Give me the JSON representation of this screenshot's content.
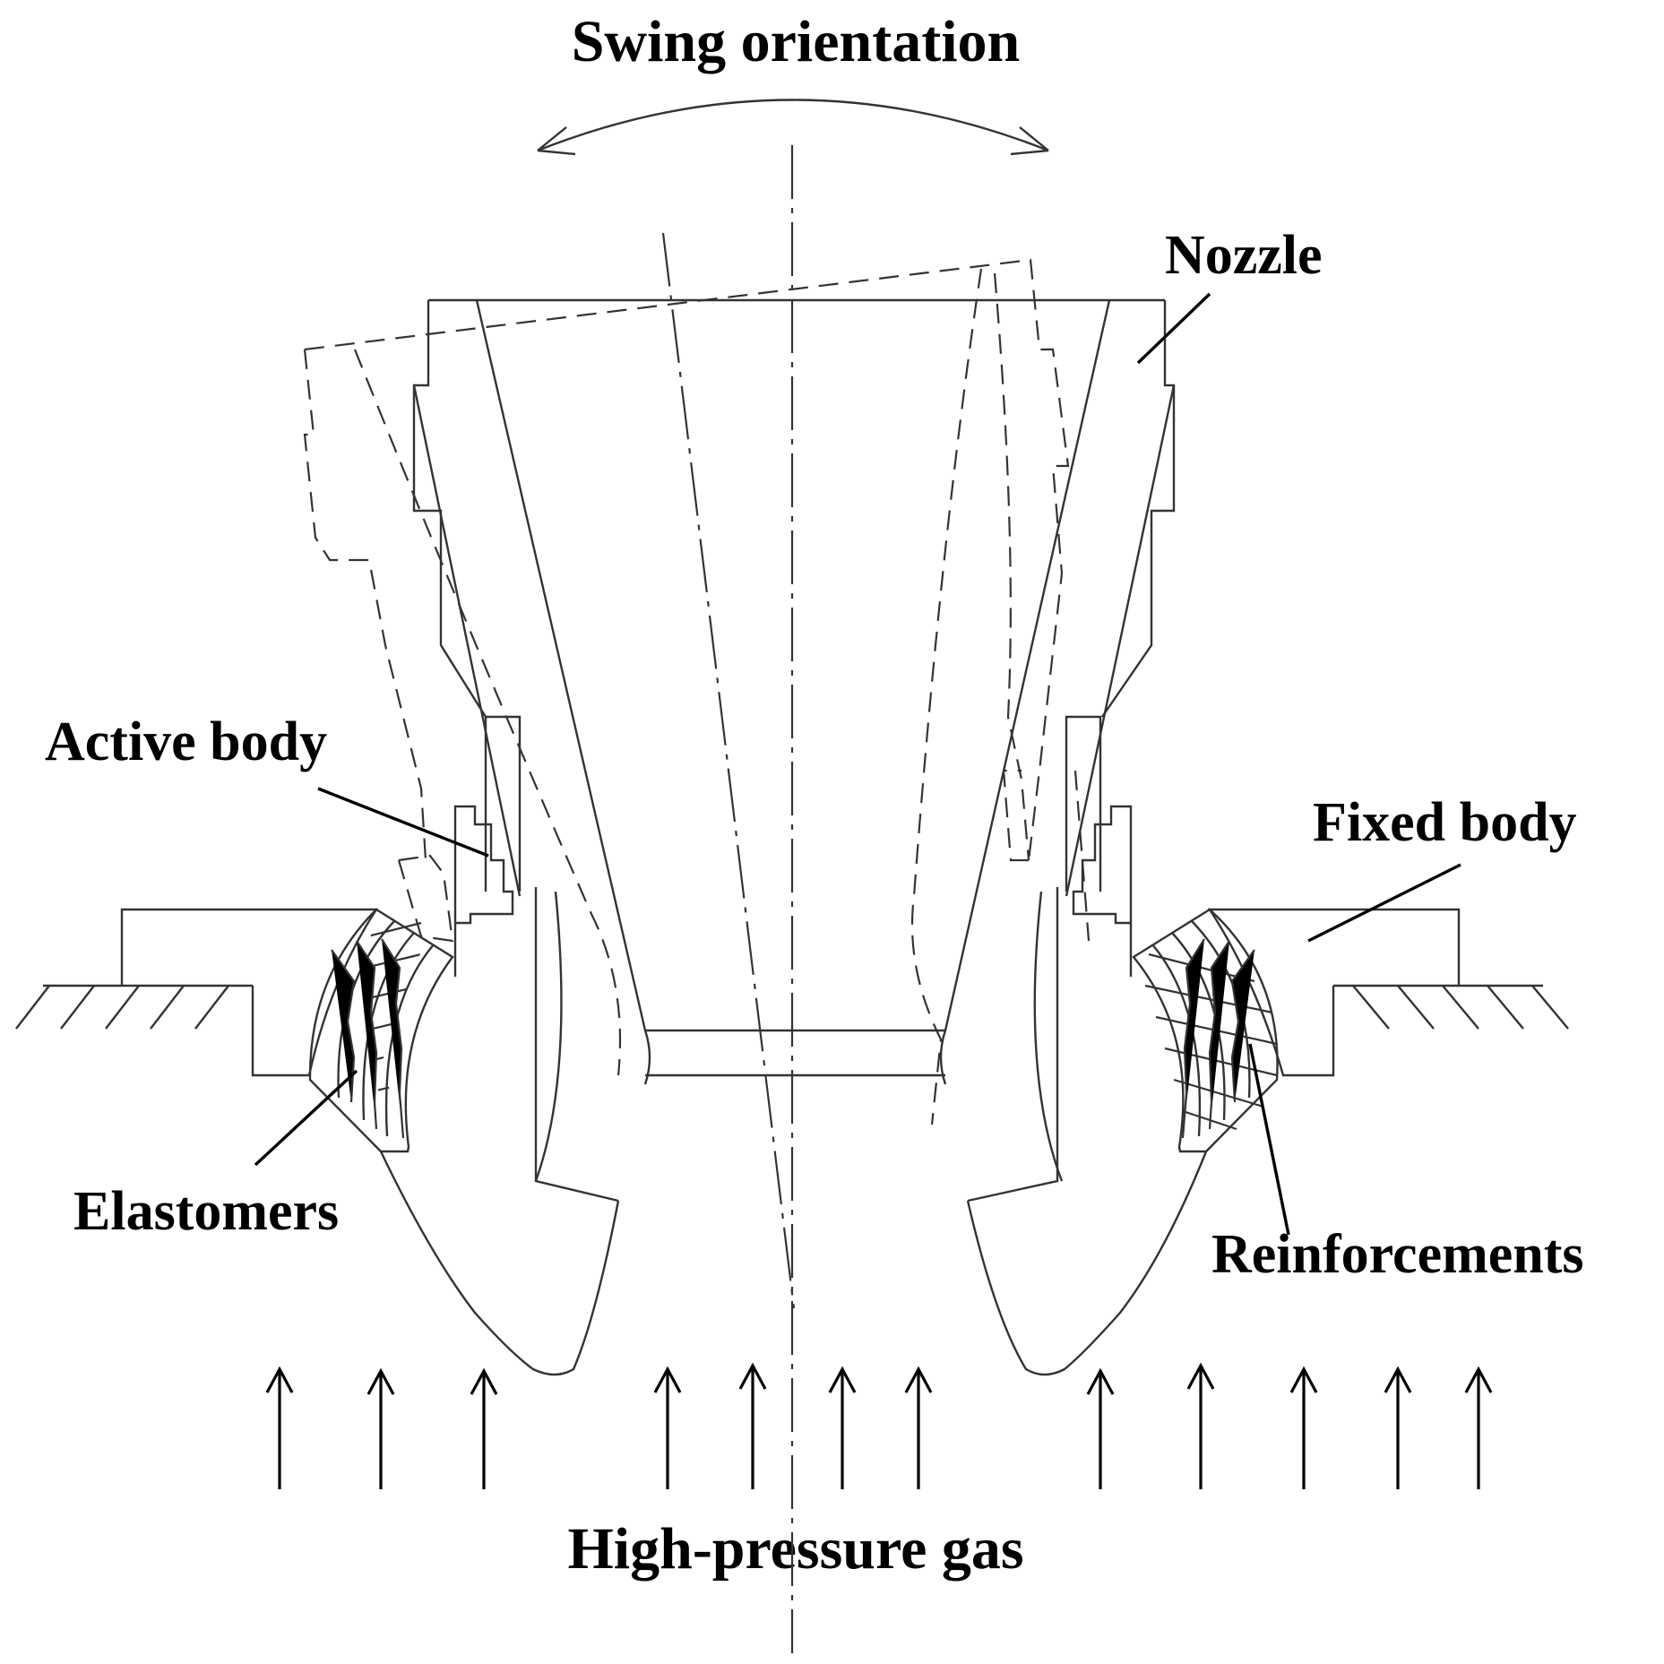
{
  "labels": {
    "swing_orientation": "Swing orientation",
    "nozzle": "Nozzle",
    "active_body": "Active body",
    "fixed_body": "Fixed body",
    "elastomers": "Elastomers",
    "reinforcements": "Reinforcements",
    "high_pressure_gas": "High-pressure gas"
  },
  "colors": {
    "line": "#333333",
    "text": "#000000",
    "background": "#ffffff"
  },
  "gas_arrow_count": 12
}
